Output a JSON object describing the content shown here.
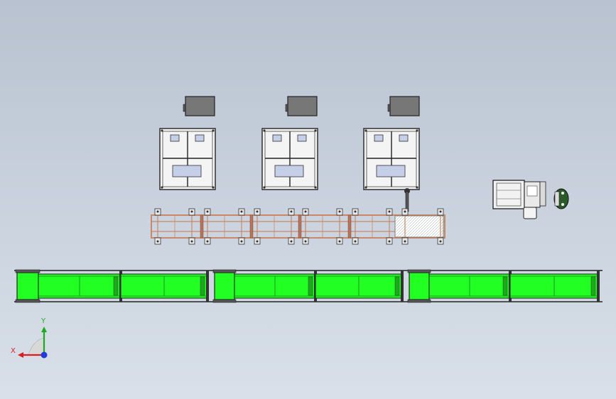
{
  "view": {
    "title": "",
    "background_top": "#b8c2d0",
    "background_bottom": "#d9e0e9"
  },
  "colors": {
    "conveyor_green": "#22ff22",
    "conveyor_dark": "#1fa81f",
    "frame_edge": "#333333",
    "rack_copper": "#c8896a",
    "cabinet_fill": "#f4f4f4",
    "window_fill": "#c6cfe8",
    "monitor_fill": "#777777",
    "axis_x": "#d81e1e",
    "axis_y": "#1eaa1e",
    "axis_z": "#1e3cd8"
  },
  "triad": {
    "x_label": "X",
    "y_label": "Y",
    "icon": "coordinate-triad-icon"
  },
  "stations": [
    {
      "name": "station-1"
    },
    {
      "name": "station-2"
    },
    {
      "name": "station-3"
    }
  ],
  "conveyor_sections": [
    {
      "name": "conveyor-section-1"
    },
    {
      "name": "conveyor-section-2"
    },
    {
      "name": "conveyor-section-3"
    }
  ]
}
